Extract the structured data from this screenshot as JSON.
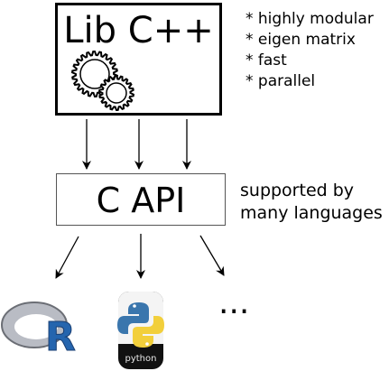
{
  "library": {
    "title": "Lib C++",
    "features": [
      "* highly modular",
      "* eigen matrix",
      "* fast",
      "* parallel"
    ]
  },
  "api": {
    "title": "C API",
    "note_line1": "supported by",
    "note_line2": "many languages"
  },
  "languages": {
    "r_logo_letter": "R",
    "python_logo_text": "python",
    "more": "..."
  },
  "icons": {
    "gears": "gears-icon",
    "r_logo": "r-language-logo",
    "python_logo": "python-logo"
  }
}
